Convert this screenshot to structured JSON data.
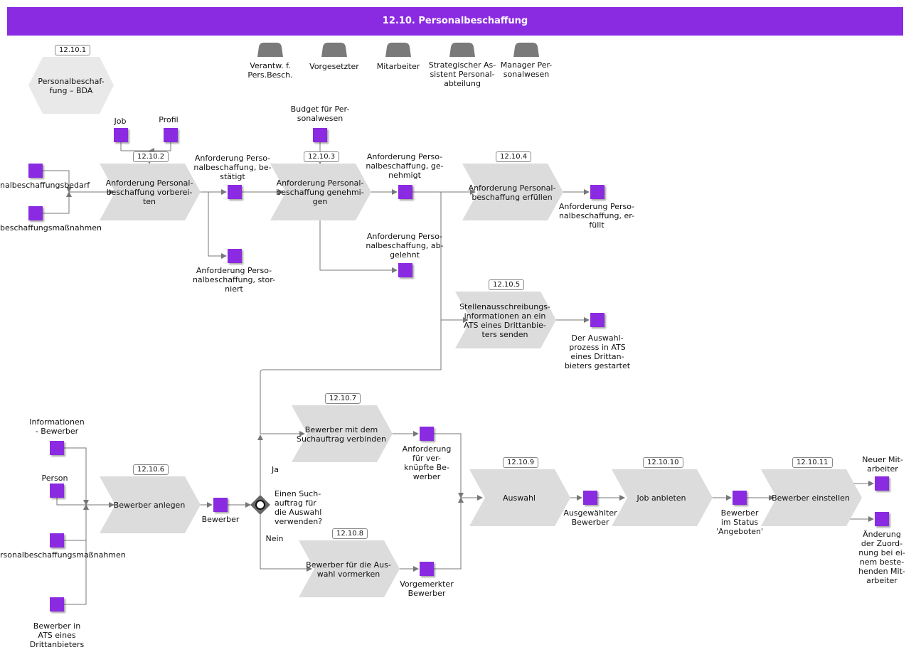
{
  "title": "12.10. Personalbeschaffung",
  "colors": {
    "header": "#8a2be2",
    "object": "#8a2be2",
    "process": "#dcdcdc",
    "role": "#7a7a7a",
    "line": "#777777"
  },
  "roles": [
    {
      "label": "Verantw. f.\nPers.Besch."
    },
    {
      "label": "Vorgesetzter"
    },
    {
      "label": "Mitarbeiter"
    },
    {
      "label": "Strategischer As-\nsistent Personal-\nabteilung"
    },
    {
      "label": "Manager Per-\nsonalwesen"
    }
  ],
  "hexagon": {
    "id": "12.10.1",
    "label": "Personalbeschaf-\nfung – BDA"
  },
  "processes": [
    {
      "id": "12.10.2",
      "label": "Anforderung Personal-\nbeschaffung vorberei-\nten"
    },
    {
      "id": "12.10.3",
      "label": "Anforderung Personal-\nbeschaffung genehmi-\ngen"
    },
    {
      "id": "12.10.4",
      "label": "Anforderung Personal-\nbeschaffung erfüllen"
    },
    {
      "id": "12.10.5",
      "label": "Stellenausschreibungs-\ninformationen an ein\nATS eines Drittanbie-\nters senden"
    },
    {
      "id": "12.10.6",
      "label": "Bewerber anlegen"
    },
    {
      "id": "12.10.7",
      "label": "Bewerber mit dem\nSuchauftrag verbinden"
    },
    {
      "id": "12.10.8",
      "label": "Bewerber für die Aus-\nwahl vormerken"
    },
    {
      "id": "12.10.9",
      "label": "Auswahl"
    },
    {
      "id": "12.10.10",
      "label": "Job anbieten"
    },
    {
      "id": "12.10.11",
      "label": "Bewerber einstellen"
    }
  ],
  "objects": [
    {
      "label": "Job"
    },
    {
      "label": "Profil"
    },
    {
      "label": "Budget für Per-\nsonalwesen"
    },
    {
      "label": "nalbeschaffungsbedarf"
    },
    {
      "label": "beschaffungsmaßnahmen"
    },
    {
      "label": "Anforderung Perso-\nnalbeschaffung, be-\nstätigt"
    },
    {
      "label": "Anforderung Perso-\nnalbeschaffung, stor-\nniert"
    },
    {
      "label": "Anforderung Perso-\nnalbeschaffung, ge-\nnehmigt"
    },
    {
      "label": "Anforderung Perso-\nnalbeschaffung, ab-\ngelehnt"
    },
    {
      "label": "Anforderung Perso-\nnalbeschaffung, er-\nfüllt"
    },
    {
      "label": "Der Auswahl-\nprozess in ATS\neines Drittan-\nbieters gestartet"
    },
    {
      "label": "Informationen\n- Bewerber"
    },
    {
      "label": "Person"
    },
    {
      "label": "rsonalbeschaffungsmaßnahmen"
    },
    {
      "label": "Bewerber in\nATS eines\nDrittanbieters"
    },
    {
      "label": "Bewerber"
    },
    {
      "label": "Anforderung\nfür ver-\nknüpfte Be-\nwerber"
    },
    {
      "label": "Vorgemerkter\nBewerber"
    },
    {
      "label": "Ausgewählter\nBewerber"
    },
    {
      "label": "Bewerber\nim Status\n'Angeboten'"
    },
    {
      "label": "Neuer Mit-\narbeiter"
    },
    {
      "label": "Änderung\nder Zuord-\nnung bei ei-\nnem beste-\nhenden Mit-\narbeiter"
    }
  ],
  "gateway": {
    "question": "Einen Such-\nauftrag für\ndie Auswahl\nverwenden?",
    "yes": "Ja",
    "no": "Nein"
  }
}
